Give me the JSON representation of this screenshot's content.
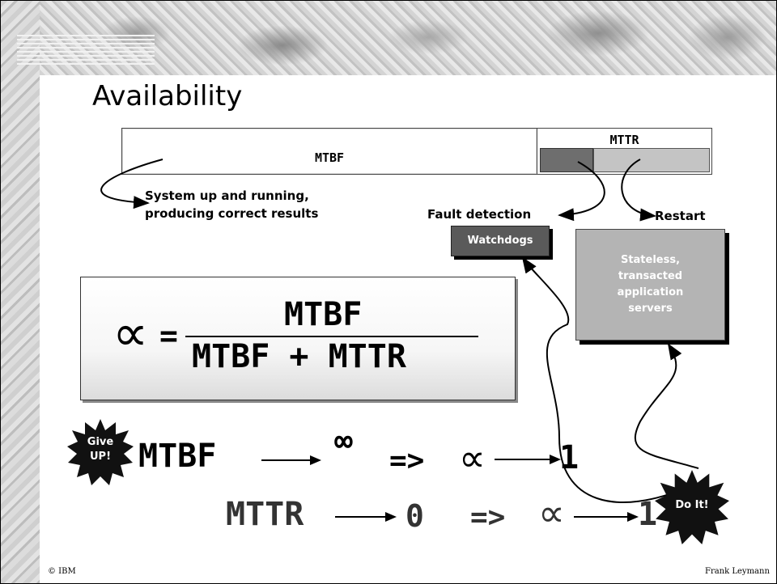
{
  "slide": {
    "title": "Availability",
    "bar": {
      "mtbf_label": "MTBF",
      "mttr_label": "MTTR"
    },
    "notes": {
      "up_line1": "System up and running,",
      "up_line2": "producing correct results",
      "fault_detection": "Fault detection",
      "restart": "Restart"
    },
    "watchdogs": "Watchdogs",
    "servers": [
      "Stateless,",
      "transacted",
      "application",
      "servers"
    ],
    "formula": {
      "symbol": "∝",
      "equals": "=",
      "numerator": "MTBF",
      "denominator": "MTBF + MTTR"
    },
    "limits": {
      "row1": {
        "var": "MTBF",
        "target": "∞",
        "implies": "=>",
        "symbol": "∝",
        "result": "1"
      },
      "row2": {
        "var": "MTTR",
        "target": "0",
        "implies": "=>",
        "symbol": "∝",
        "result": "1"
      }
    },
    "badges": {
      "give_up": [
        "Give",
        "UP!"
      ],
      "do_it": "Do It!"
    },
    "footer": {
      "left": "© IBM",
      "right": "Frank Leymann"
    }
  }
}
